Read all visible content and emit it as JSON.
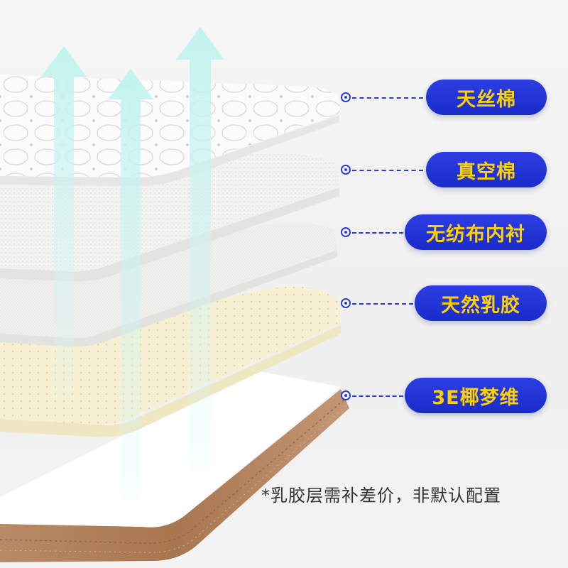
{
  "layers": [
    {
      "label": "天丝棉"
    },
    {
      "label": "真空棉"
    },
    {
      "label": "无纺布内衬"
    },
    {
      "label": "天然乳胶"
    },
    {
      "label": "3E椰梦维"
    }
  ],
  "footnote": "*乳胶层需补差价，非默认配置",
  "colors": {
    "accent": "#1f31d3",
    "label_text": "#ffd100"
  },
  "icons": [
    "up-arrow-icon",
    "connector-dot-icon"
  ]
}
